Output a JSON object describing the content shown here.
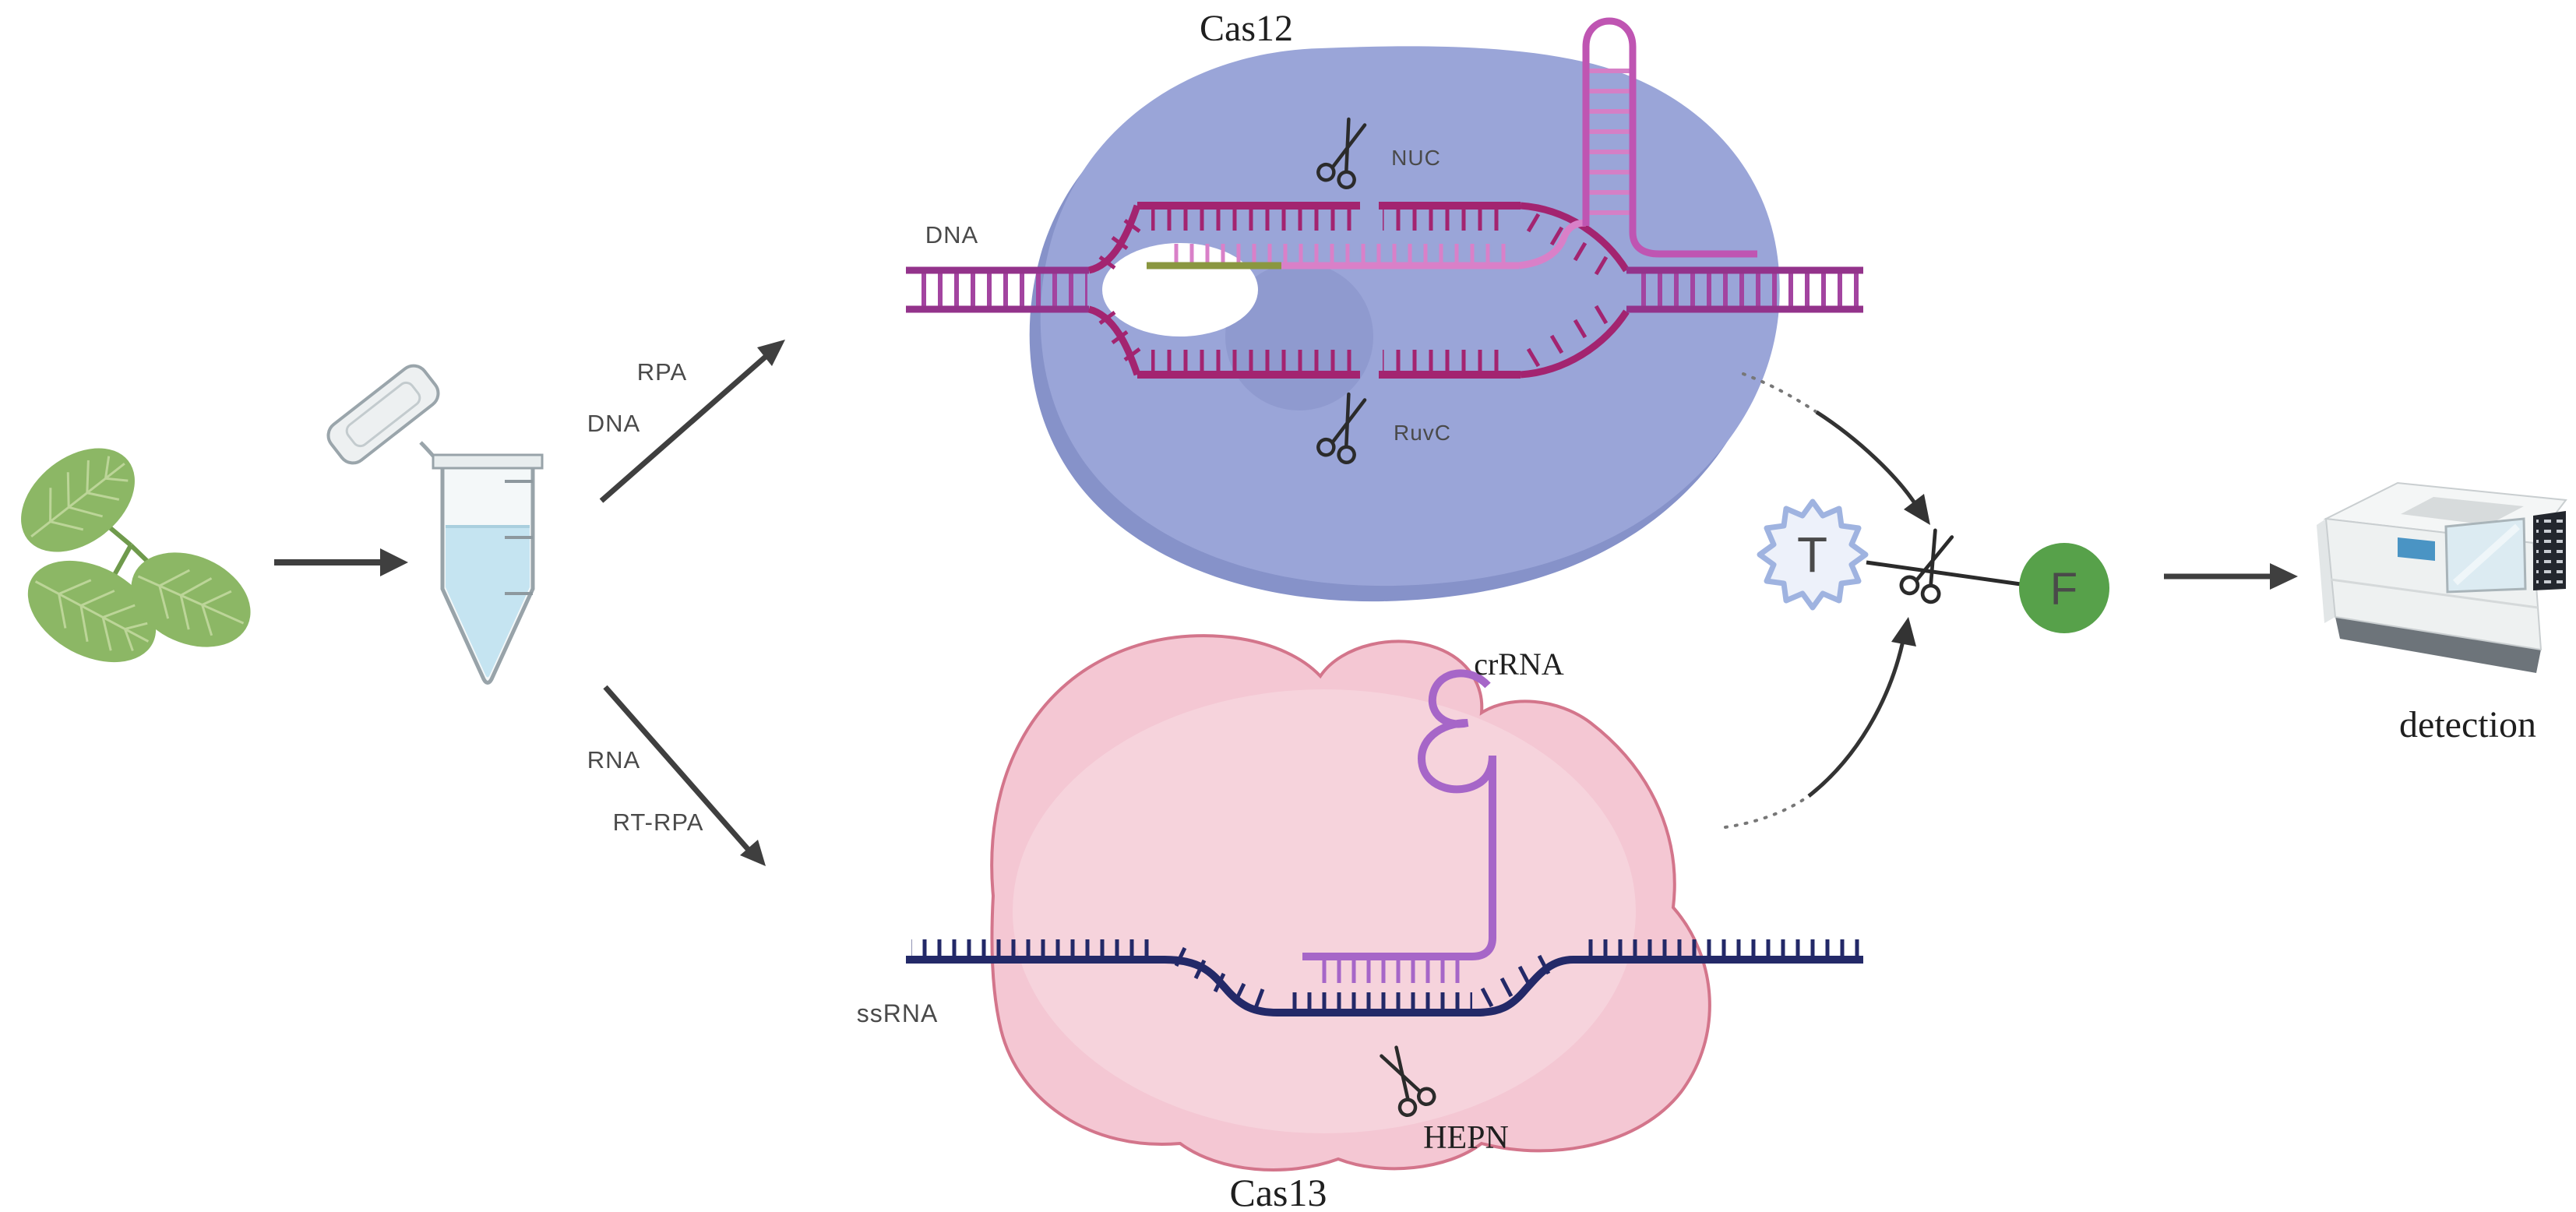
{
  "labels": {
    "cas12": "Cas12",
    "cas13": "Cas13",
    "dna": "DNA",
    "rpa": "RPA",
    "dna_input": "DNA",
    "rna_input": "RNA",
    "rt_rpa": "RT-RPA",
    "nuc": "NUC",
    "ruvc": "RuvC",
    "crrna": "crRNA",
    "ssrna": "ssRNA",
    "hepn": "HEPN",
    "quencher": "T",
    "fluorophore": "F",
    "detection": "detection"
  },
  "colors": {
    "cas12_body": "#9aa5d8",
    "cas12_shadow": "#8692c9",
    "cas13_body": "#f4c7d3",
    "cas13_border": "#d3758b",
    "dna_strand": "#93338b",
    "dna_dark": "#a32470",
    "crrna_cas12": "#d980c8",
    "hairpin": "#bf55b2",
    "pam_site": "#8a9740",
    "ssrna": "#232968",
    "crrna_cas13": "#a666c8",
    "quencher_fill": "#edf1fa",
    "quencher_stroke": "#9fb3e0",
    "fluorophore_fill": "#57a14a",
    "leaf": "#8cb765",
    "tube_liquid": "#c5e4f1",
    "arrow": "#3f3f3f",
    "machine_screen": "#dcebf2",
    "machine_display": "#4a94c4"
  }
}
